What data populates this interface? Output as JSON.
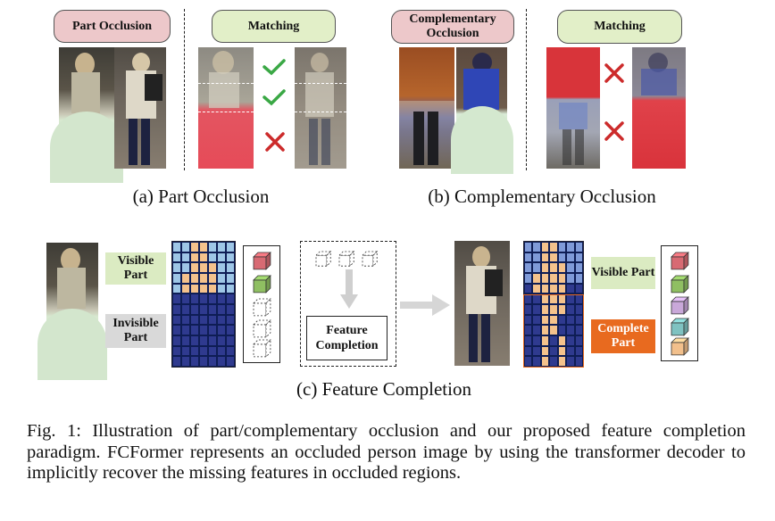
{
  "panel_a": {
    "label_occlusion": "Part Occlusion",
    "label_matching": "Matching",
    "caption": "(a) Part Occlusion",
    "match_results": [
      "check-icon",
      "check-icon",
      "cross-icon"
    ]
  },
  "panel_b": {
    "label_occlusion": "Complementary Occlusion",
    "label_matching": "Matching",
    "caption": "(b) Complementary Occlusion",
    "match_results": [
      "cross-icon",
      "cross-icon"
    ]
  },
  "panel_c": {
    "visible_part": "Visible Part",
    "invisible_part": "Invisible Part",
    "feature_completion": "Feature Completion",
    "complete_part": "Complete Part",
    "caption": "(c) Feature Completion"
  },
  "figure_caption": "Fig. 1: Illustration of part/complementary occlusion and our proposed feature completion paradigm. FCFormer represents an occluded person image by using the transformer decoder to implicitly recover the missing features in occluded regions.",
  "colors": {
    "pill_red": "#edc8ca",
    "pill_green": "#e2efc8",
    "check": "#3aa845",
    "cross": "#cc2b2b",
    "grid_visible": "#9ec6e6",
    "grid_body": "#f4c28c",
    "grid_invisible": "#2f3a8f",
    "complete_part": "#e86a1f"
  }
}
